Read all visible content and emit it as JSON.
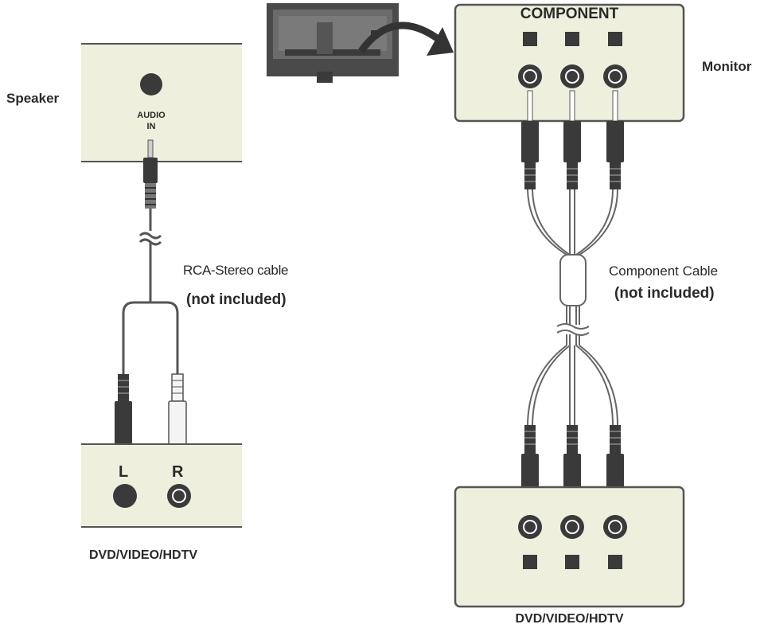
{
  "left": {
    "speaker_label": "Speaker",
    "speaker_jack_label_line1": "AUDIO",
    "speaker_jack_label_line2": "IN",
    "cable_label": "RCA-Stereo cable",
    "cable_note": "(not included)",
    "jack_left": "L",
    "jack_right": "R",
    "device_label": "DVD/VIDEO/HDTV"
  },
  "right": {
    "panel_title": "COMPONENT",
    "monitor_label": "Monitor",
    "cable_label": "Component Cable",
    "cable_note": "(not included)",
    "device_label": "DVD/VIDEO/HDTV"
  },
  "colors": {
    "panel_fill": "#efefdd",
    "line": "#555555",
    "plug_dark": "#3a3a3a",
    "plug_white": "#f4f4f4"
  }
}
